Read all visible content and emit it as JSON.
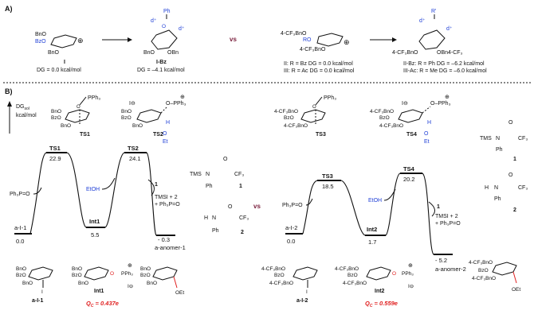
{
  "panel_a": {
    "label": "A)",
    "s1": {
      "sub1": "BnO",
      "sub2": "BzO",
      "sub3": "BnO",
      "charge": "⊕",
      "id": "I",
      "dg": "DG = 0.0 kcal/mol"
    },
    "s2": {
      "ph": "Ph",
      "d1": "d⁺",
      "d2": "d⁺",
      "o": "O",
      "bno1": "BnO",
      "bno2": "OBn",
      "id": "I-Bz",
      "dg": "DG = –4.1 kcal/mol"
    },
    "vs": "vs",
    "s3": {
      "sub1": "4-CF₃BnO",
      "sub2": "RO",
      "sub3": "4-CF₃BnO",
      "charge": "⊕",
      "id_line1": "II: R = Bz DG = 0.0 kcal/mol",
      "id_line2": "III: R = Ac DG = 0.0 kcal/mol"
    },
    "s4": {
      "rp": "R'",
      "d1": "d⁺",
      "d2": "d⁺",
      "sub1": "4-CF₃BnO",
      "sub2": "OBn4-CF₃",
      "id_line1": "II-Bz: R = Ph DG = –6.2 kcal/mol",
      "id_line2": "III-Ac: R = Me DG = –6.0 kcal/mol"
    }
  },
  "panel_b": {
    "label": "B)",
    "yaxis": {
      "l1": "DG",
      "l1sub": "sol",
      "l2": "kcal/mol"
    },
    "ts_structs": {
      "ts1": {
        "id": "TS1",
        "pph3": "PPh₃",
        "o": "O",
        "sub1": "BnO",
        "sub2": "BzO",
        "sub3": "BnO"
      },
      "ts2": {
        "id": "TS2",
        "i": "I⊖",
        "opph3": "O–PPh₃",
        "charge": "⊕",
        "h": "H",
        "o": "O",
        "et": "Et",
        "sub1": "BnO",
        "sub2": "BzO",
        "sub3": "BnO"
      },
      "ts3": {
        "id": "TS3",
        "pph3": "PPh₃",
        "o": "O",
        "sub1": "4-CF₃BnO",
        "sub2": "BzO",
        "sub3": "4-CF₃BnO"
      },
      "ts4": {
        "id": "TS4",
        "i": "I⊖",
        "opph3": "O–PPh₃",
        "charge": "⊕",
        "h": "H",
        "o": "O",
        "et": "Et",
        "sub1": "4-CF₃BnO",
        "sub2": "BzO",
        "sub3": "4-CF₃BnO"
      }
    },
    "profile_left": {
      "start_label": "a-I-1",
      "start_val": "0.0",
      "ts1_label": "TS1",
      "ts1_val": "22.9",
      "int_label": "Int1",
      "int_val": "5.5",
      "ts2_label": "TS2",
      "ts2_val": "24.1",
      "end_val": "- 0.3",
      "end_label": "a-anomer-1",
      "ph3po": "Ph₃P=O",
      "etoh": "EtOH",
      "one": "1",
      "release": "TMSI + 2",
      "release2": "+ Ph₃P=O"
    },
    "profile_right": {
      "start_label": "a-I-2",
      "start_val": "0.0",
      "ts3_label": "TS3",
      "ts3_val": "18.5",
      "int_label": "Int2",
      "int_val": "1.7",
      "ts4_label": "TS4",
      "ts4_val": "20.2",
      "end_val": "- 5.2",
      "end_label": "a-anomer-2",
      "ph3po": "Ph₃P=O",
      "etoh": "EtOH",
      "one": "1",
      "release": "TMSI + 2",
      "release2": "+ Ph₃P=O"
    },
    "vs": "vs",
    "reagents": {
      "tms": "TMS",
      "n": "N",
      "ph": "Ph",
      "o": "O",
      "cf3": "CF₃",
      "one": "1",
      "h": "H",
      "two": "2"
    },
    "bottom_left": {
      "a1": {
        "id": "a-I-1",
        "sub1": "BnO",
        "sub2": "BzO",
        "sub3": "BnO",
        "i": "I"
      },
      "int1": {
        "id": "Int1",
        "sub1": "BnO",
        "sub2": "BzO",
        "sub3": "BnO",
        "o": "O",
        "pph3": "PPh₃",
        "charge": "⊕",
        "i": "I⊖"
      },
      "an1": {
        "sub1": "BnO",
        "sub2": "BzO",
        "sub3": "BnO",
        "oet": "OEt"
      },
      "qc": "Q",
      "qc_sub": "C",
      "qc_val": " = 0.437e"
    },
    "bottom_right": {
      "a2": {
        "id": "a-I-2",
        "sub1": "4-CF₃BnO",
        "sub2": "BzO",
        "sub3": "4-CF₃BnO",
        "i": "I"
      },
      "int2": {
        "id": "Int2",
        "sub1": "4-CF₃BnO",
        "sub2": "BzO",
        "sub3": "4-CF₃BnO",
        "o": "O",
        "pph3": "PPh₃",
        "charge": "⊕",
        "i": "I⊖"
      },
      "an2": {
        "sub1": "4-CF₃BnO",
        "sub2": "BzO",
        "sub3": "4-CF₃BnO",
        "oet": "OEt"
      },
      "qc": "Q",
      "qc_sub": "C",
      "qc_val": " = 0.559e"
    }
  }
}
